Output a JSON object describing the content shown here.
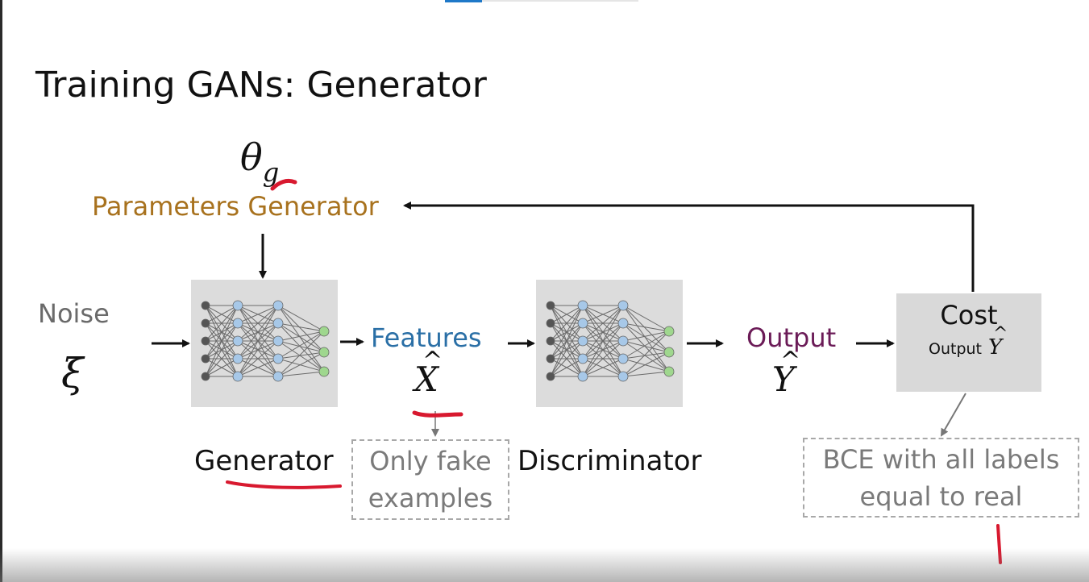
{
  "title": "Training GANs: Generator",
  "theta": {
    "symbol": "θ",
    "subscript": "g"
  },
  "parameters_label": "Parameters Generator",
  "noise": {
    "label": "Noise",
    "symbol": "ξ"
  },
  "features": {
    "label": "Features",
    "symbol": "X"
  },
  "output": {
    "label": "Output",
    "symbol": "Y"
  },
  "generator_label": "Generator",
  "discriminator_label": "Discriminator",
  "fake_note": {
    "line1": "Only fake",
    "line2": "examples"
  },
  "cost": {
    "title": "Cost",
    "sub": "Output",
    "symbol": "Y"
  },
  "bce_note": {
    "line1": "BCE with all labels",
    "line2": "equal to real"
  },
  "colors": {
    "parameters": "#a8721e",
    "features": "#2a6fa6",
    "output": "#6b1b57",
    "annotation": "#d8192f",
    "node_blue": "#a7c8e8",
    "node_green": "#9fd78e"
  }
}
